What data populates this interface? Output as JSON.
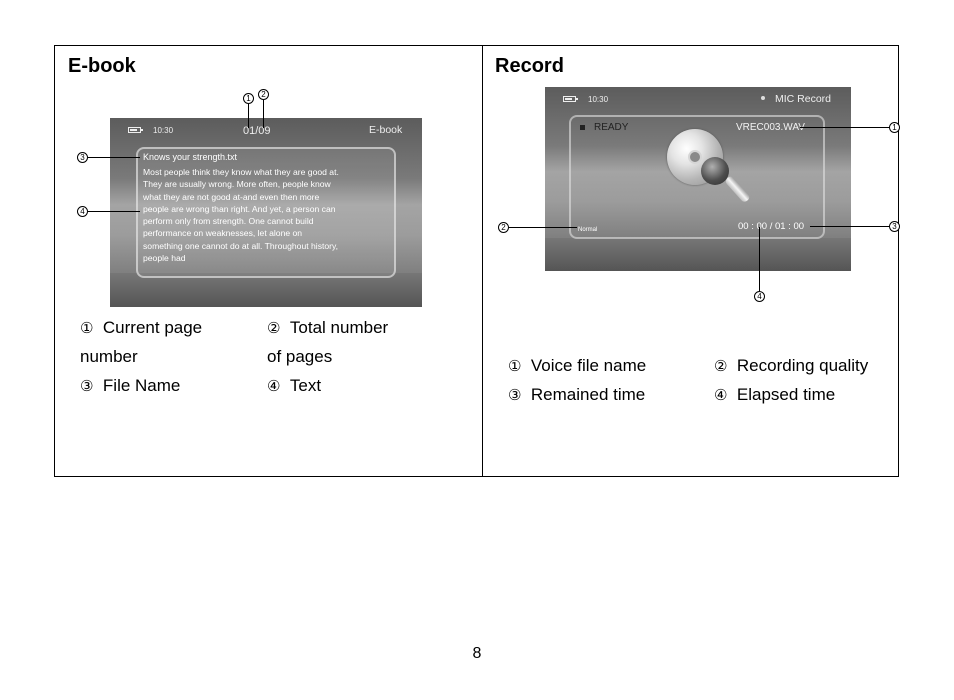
{
  "ebook": {
    "heading": "E-book",
    "screen": {
      "time": "10:30",
      "page": "01/09",
      "mode": "E-book",
      "file_title": "Knows your strength.txt",
      "text_lines": [
        "Most people think they know what they are good at.",
        "They are usually wrong. More often, people know",
        "what they are not good at-and even then more",
        "people are wrong than right. And yet, a person can",
        "perform only from strength. One cannot build",
        "performance on weaknesses, let alone on",
        "something one cannot do at all. Throughout history,",
        "people had"
      ]
    },
    "callouts": [
      "1",
      "2",
      "3",
      "4"
    ],
    "legend": {
      "item1_line1": "Current page",
      "item1_line2": "number",
      "item2_line1": "Total number",
      "item2_line2": "of pages",
      "item3": "File Name",
      "item4": "Text"
    }
  },
  "record": {
    "heading": "Record",
    "screen": {
      "time": "10:30",
      "mode": "MIC Record",
      "status": "READY",
      "filename": "VREC003.WAV",
      "quality": "Normal",
      "timer": "00 : 00 / 01 : 00"
    },
    "callouts": [
      "1",
      "2",
      "3",
      "4"
    ],
    "legend": {
      "item1": "Voice file name",
      "item2": "Recording quality",
      "item3": "Remained time",
      "item4": "Elapsed time"
    }
  },
  "legend_symbols": [
    "①",
    "②",
    "③",
    "④"
  ],
  "page_number": "8"
}
